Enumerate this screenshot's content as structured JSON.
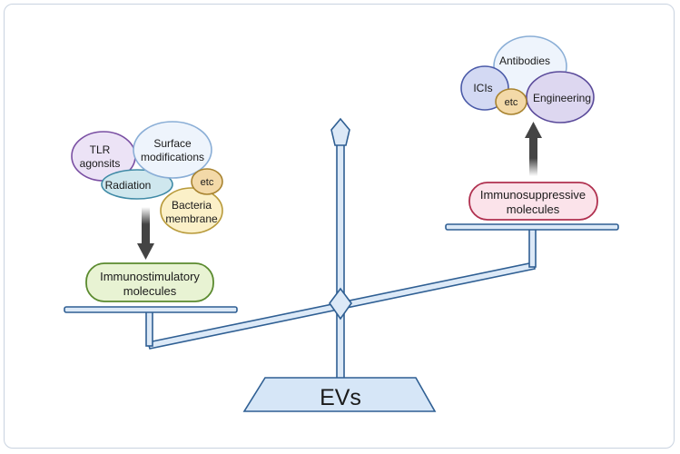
{
  "base": {
    "label": "EVs"
  },
  "left_side": {
    "label_line1": "Immunostimulatory",
    "label_line2": "molecules",
    "bubbles": {
      "tlr_line1": "TLR",
      "tlr_line2": "agonsits",
      "surface_line1": "Surface",
      "surface_line2": "modifications",
      "radiation": "Radiation",
      "etc": "etc",
      "bacteria_line1": "Bacteria",
      "bacteria_line2": "membrane"
    }
  },
  "right_side": {
    "label_line1": "Immunosuppressive",
    "label_line2": "molecules",
    "bubbles": {
      "antibodies": "Antibodies",
      "icis": "ICIs",
      "etc": "etc",
      "engineering": "Engineering"
    }
  },
  "colors": {
    "beam_fill": "#dce9f7",
    "beam_stroke": "#2f5f93",
    "green_fill": "#e8f3d3",
    "green_stroke": "#5a8a2e",
    "pink_fill": "#fbe3ea",
    "pink_stroke": "#b0304f",
    "arrow": "#444444"
  }
}
